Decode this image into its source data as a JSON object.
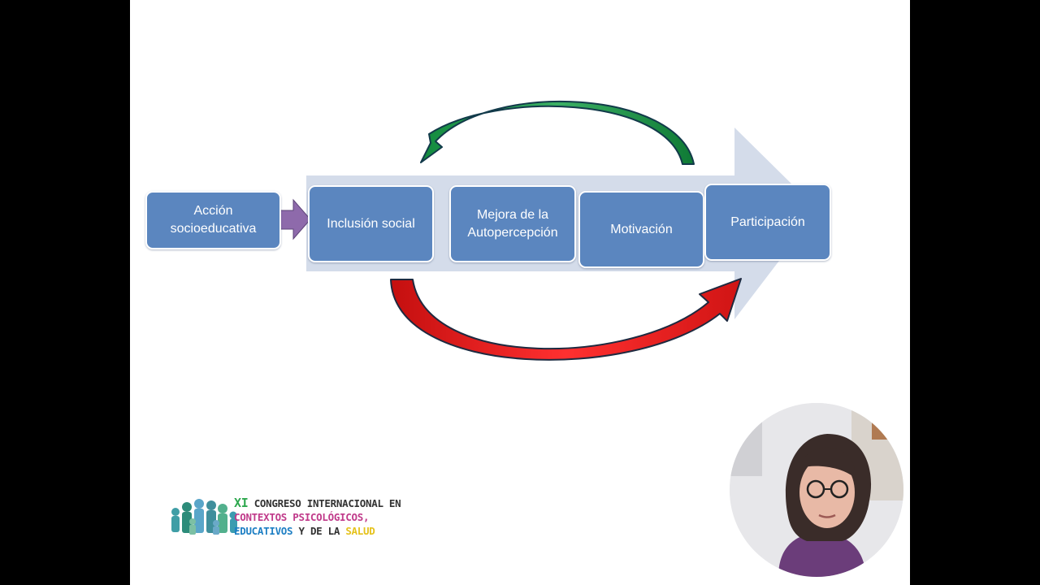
{
  "diagram": {
    "boxes": {
      "accion": [
        "Acción",
        "socioeducativa"
      ],
      "inclusion": [
        "Inclusión social"
      ],
      "mejora": [
        "Mejora de la",
        "Autopercepción"
      ],
      "motivacion": [
        "Motivación"
      ],
      "participacion": [
        "Participación"
      ]
    },
    "colors": {
      "box_fill": "#5b86bf",
      "band_fill": "#d4dcea",
      "connector_arrow": "#8e6aab",
      "top_arrow": "#1d9a4a",
      "bottom_arrow": "#e01b1b"
    }
  },
  "logo": {
    "line1": {
      "xi": "XI",
      "rest": "Congreso Internacional en"
    },
    "line2": "Contextos Psicológicos,",
    "line3": {
      "educativos": "Educativos",
      "mid": "y de la",
      "salud": "Salud"
    }
  },
  "webcam": {
    "icon": "presenter-video-feed"
  }
}
